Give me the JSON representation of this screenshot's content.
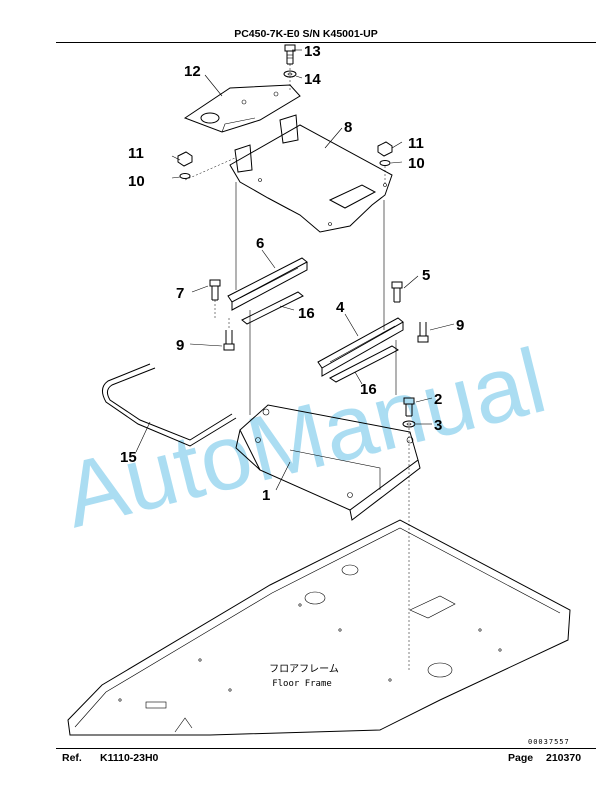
{
  "header": {
    "title": "PC450-7K-E0 S/N K45001-UP"
  },
  "watermark": {
    "text": "AutoManual"
  },
  "callouts": {
    "c1": "1",
    "c2": "2",
    "c3": "3",
    "c4": "4",
    "c5": "5",
    "c6": "6",
    "c7": "7",
    "c8": "8",
    "c9a": "9",
    "c9b": "9",
    "c10a": "10",
    "c10b": "10",
    "c11a": "11",
    "c11b": "11",
    "c12": "12",
    "c13": "13",
    "c14": "14",
    "c15": "15",
    "c16a": "16",
    "c16b": "16"
  },
  "floor_label": {
    "japanese": "フロアフレーム",
    "english": "Floor Frame"
  },
  "serial": "00037557",
  "footer": {
    "ref_label": "Ref.",
    "ref_value": "K1110-23H0",
    "page_label": "Page",
    "page_value": "210370"
  }
}
